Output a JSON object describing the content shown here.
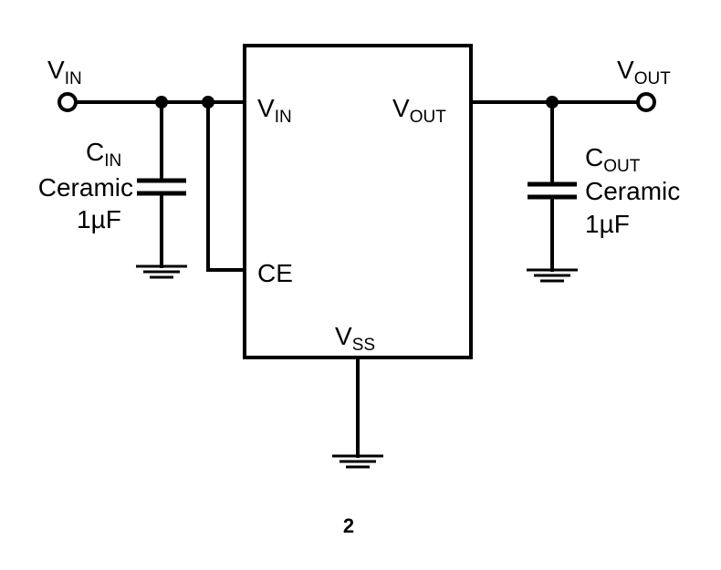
{
  "labels": {
    "vin_terminal": {
      "main": "V",
      "sub": "IN"
    },
    "vout_terminal": {
      "main": "V",
      "sub": "OUT"
    },
    "cin_name": {
      "main": "C",
      "sub": "IN"
    },
    "cin_type": "Ceramic",
    "cin_value": "1µF",
    "cout_name": {
      "main": "C",
      "sub": "OUT"
    },
    "cout_type": "Ceramic",
    "cout_value": "1µF"
  },
  "ic": {
    "pin_vin": {
      "main": "V",
      "sub": "IN"
    },
    "pin_vout": {
      "main": "V",
      "sub": "OUT"
    },
    "pin_ce": "CE",
    "pin_vss": {
      "main": "V",
      "sub": "SS"
    }
  },
  "page_number": "2"
}
